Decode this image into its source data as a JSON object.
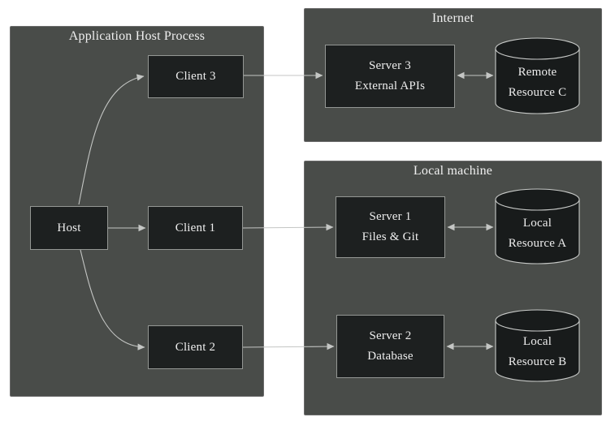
{
  "diagram": {
    "containers": [
      {
        "id": "application-host-process",
        "label": "Application Host Process"
      },
      {
        "id": "internet",
        "label": "Internet"
      },
      {
        "id": "local-machine",
        "label": "Local machine"
      }
    ],
    "nodes": {
      "host": {
        "label": "Host"
      },
      "client3": {
        "label": "Client 3"
      },
      "client1": {
        "label": "Client 1"
      },
      "client2": {
        "label": "Client 2"
      },
      "server3": {
        "line1": "Server 3",
        "line2": "External APIs"
      },
      "server1": {
        "line1": "Server 1",
        "line2": "Files & Git"
      },
      "server2": {
        "line1": "Server 2",
        "line2": "Database"
      },
      "resourceC": {
        "line1": "Remote",
        "line2": "Resource C"
      },
      "resourceA": {
        "line1": "Local",
        "line2": "Resource A"
      },
      "resourceB": {
        "line1": "Local",
        "line2": "Resource B"
      }
    },
    "edges": [
      {
        "from": "Host",
        "to": "Client 3",
        "type": "arrow"
      },
      {
        "from": "Host",
        "to": "Client 1",
        "type": "arrow"
      },
      {
        "from": "Host",
        "to": "Client 2",
        "type": "arrow"
      },
      {
        "from": "Client 3",
        "to": "Server 3",
        "type": "arrow"
      },
      {
        "from": "Client 1",
        "to": "Server 1",
        "type": "arrow"
      },
      {
        "from": "Client 2",
        "to": "Server 2",
        "type": "arrow"
      },
      {
        "from": "Server 3",
        "to": "Remote Resource C",
        "type": "double-arrow"
      },
      {
        "from": "Server 1",
        "to": "Local Resource A",
        "type": "double-arrow"
      },
      {
        "from": "Server 2",
        "to": "Local Resource B",
        "type": "double-arrow"
      }
    ],
    "colors": {
      "page_background": "#ffffff",
      "container_fill": "#494c49",
      "container_border": "#6b6b6b",
      "node_fill": "#1d2020",
      "node_border": "#949794",
      "cylinder_fill": "#181b1b",
      "cylinder_stroke": "#c8cac8",
      "edge_line": "#c4c6c4",
      "text": "#eeeeee"
    }
  }
}
